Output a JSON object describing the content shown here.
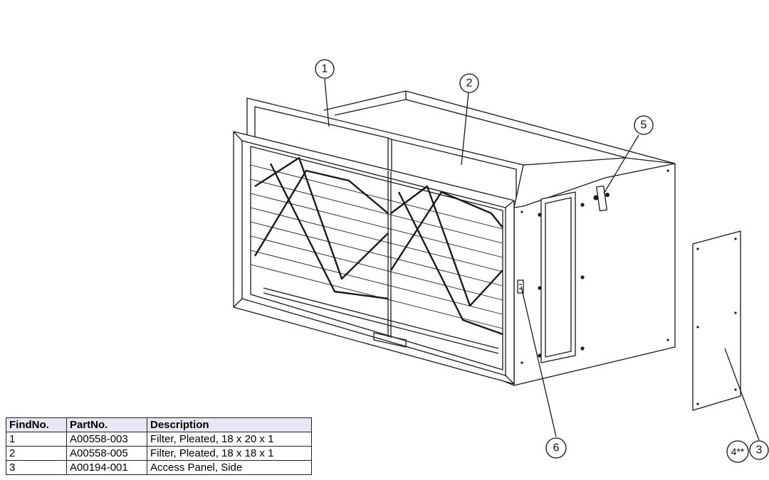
{
  "callouts": [
    {
      "id": "c1",
      "label": "1"
    },
    {
      "id": "c2",
      "label": "2"
    },
    {
      "id": "c3",
      "label": "3"
    },
    {
      "id": "c4",
      "label": "4**"
    },
    {
      "id": "c5",
      "label": "5"
    },
    {
      "id": "c6",
      "label": "6"
    }
  ],
  "parts_table": {
    "headers": [
      "FindNo.",
      "PartNo.",
      "Description"
    ],
    "rows": [
      [
        "1",
        "A00558-003",
        "Filter, Pleated, 18 x 20 x 1"
      ],
      [
        "2",
        "A00558-005",
        "Filter, Pleated, 18 x 18 x 1"
      ],
      [
        "3",
        "A00194-001",
        "Access Panel, Side"
      ]
    ]
  }
}
